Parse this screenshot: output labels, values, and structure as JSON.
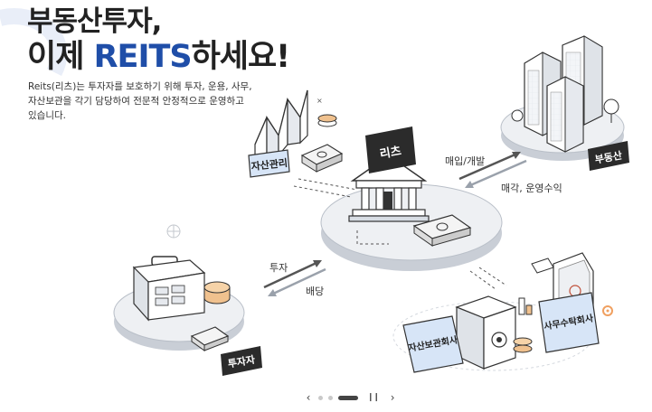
{
  "headline": {
    "line1": "부동산투자,",
    "line2_prefix": "이제 ",
    "line2_accent": "REITS",
    "line2_suffix": "하세요!"
  },
  "description": "Reits(리츠)는 투자자를 보호하기 위해 투자, 운용, 사무, 자산보관을 각기 담당하여 전문적 안정적으로 운영하고 있습니다.",
  "nodes": {
    "reits": "리츠",
    "asset_management": "자산관리",
    "real_estate": "부동산",
    "investor": "투자자",
    "custodian": "자산보관회사",
    "admin": "사무수탁회사"
  },
  "flows": {
    "purchase": "매입/개발",
    "sale": "매각, 운영수익",
    "invest": "투자",
    "dividend": "배당"
  },
  "carousel": {
    "prev_icon": "‹",
    "next_icon": "›",
    "pause_icon": "❙❙",
    "slides": 3,
    "active_index": 2
  },
  "colors": {
    "accent": "#1f4ea8",
    "tag_dark": "#2b2b2b",
    "tag_light": "#d7e5f7",
    "platform_top": "#eef0f3",
    "platform_side": "#c9ced6"
  }
}
